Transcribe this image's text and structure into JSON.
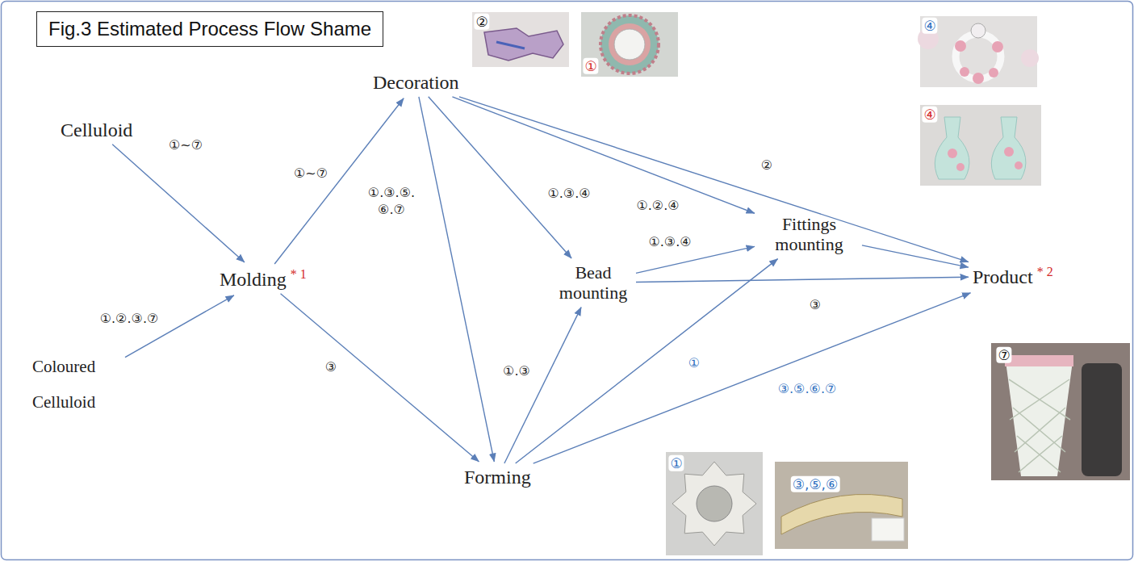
{
  "diagram": {
    "title": "Fig.3 Estimated Process Flow Shame",
    "nodes": [
      {
        "text": [
          "Celluloid"
        ]
      },
      {
        "text": [
          "Coloured Celluloid"
        ]
      },
      {
        "text": [
          "Molding",
          "* 1"
        ]
      },
      {
        "text": [
          "Decoration"
        ]
      },
      {
        "text": [
          "Forming"
        ]
      },
      {
        "text": [
          "Bead mounting"
        ]
      },
      {
        "text": [
          "Fittings mounting"
        ]
      },
      {
        "text": [
          "Product",
          "* 2"
        ]
      }
    ],
    "edges": [
      {
        "from": 0,
        "to": 2,
        "label": "①~⑦",
        "arrow": "to"
      },
      {
        "from": 1,
        "to": 2,
        "label": "①.②.③.⑦",
        "arrow": "to"
      },
      {
        "from": 2,
        "to": 3,
        "label": "①~⑦",
        "arrow": "to"
      },
      {
        "from": 2,
        "to": 4,
        "label": "③",
        "arrow": "to"
      },
      {
        "from": 3,
        "to": 4,
        "label": "①.③.⑤. ⑥.⑦",
        "arrow": "to"
      },
      {
        "from": 3,
        "to": 5,
        "label": "①.③.④",
        "arrow": "to"
      },
      {
        "from": 3,
        "to": 6,
        "label": "①.②.④",
        "arrow": "to"
      },
      {
        "from": 3,
        "to": 7,
        "label": "②",
        "arrow": "to"
      },
      {
        "from": 4,
        "to": 5,
        "label": "①.③",
        "arrow": "to"
      },
      {
        "from": 4,
        "to": 6,
        "label": "①",
        "arrow": "to"
      },
      {
        "from": 4,
        "to": 7,
        "label": "③.⑤.⑥.⑦",
        "arrow": "to"
      },
      {
        "from": 5,
        "to": 6,
        "label": "①.③.④",
        "arrow": "to"
      },
      {
        "from": 5,
        "to": 7,
        "label": "③",
        "arrow": "to"
      },
      {
        "from": 6,
        "to": 7,
        "arrow": "to"
      }
    ],
    "labels": [
      "②",
      "①",
      "④",
      "④",
      "⑦",
      "①",
      "③,⑤,⑥"
    ]
  }
}
